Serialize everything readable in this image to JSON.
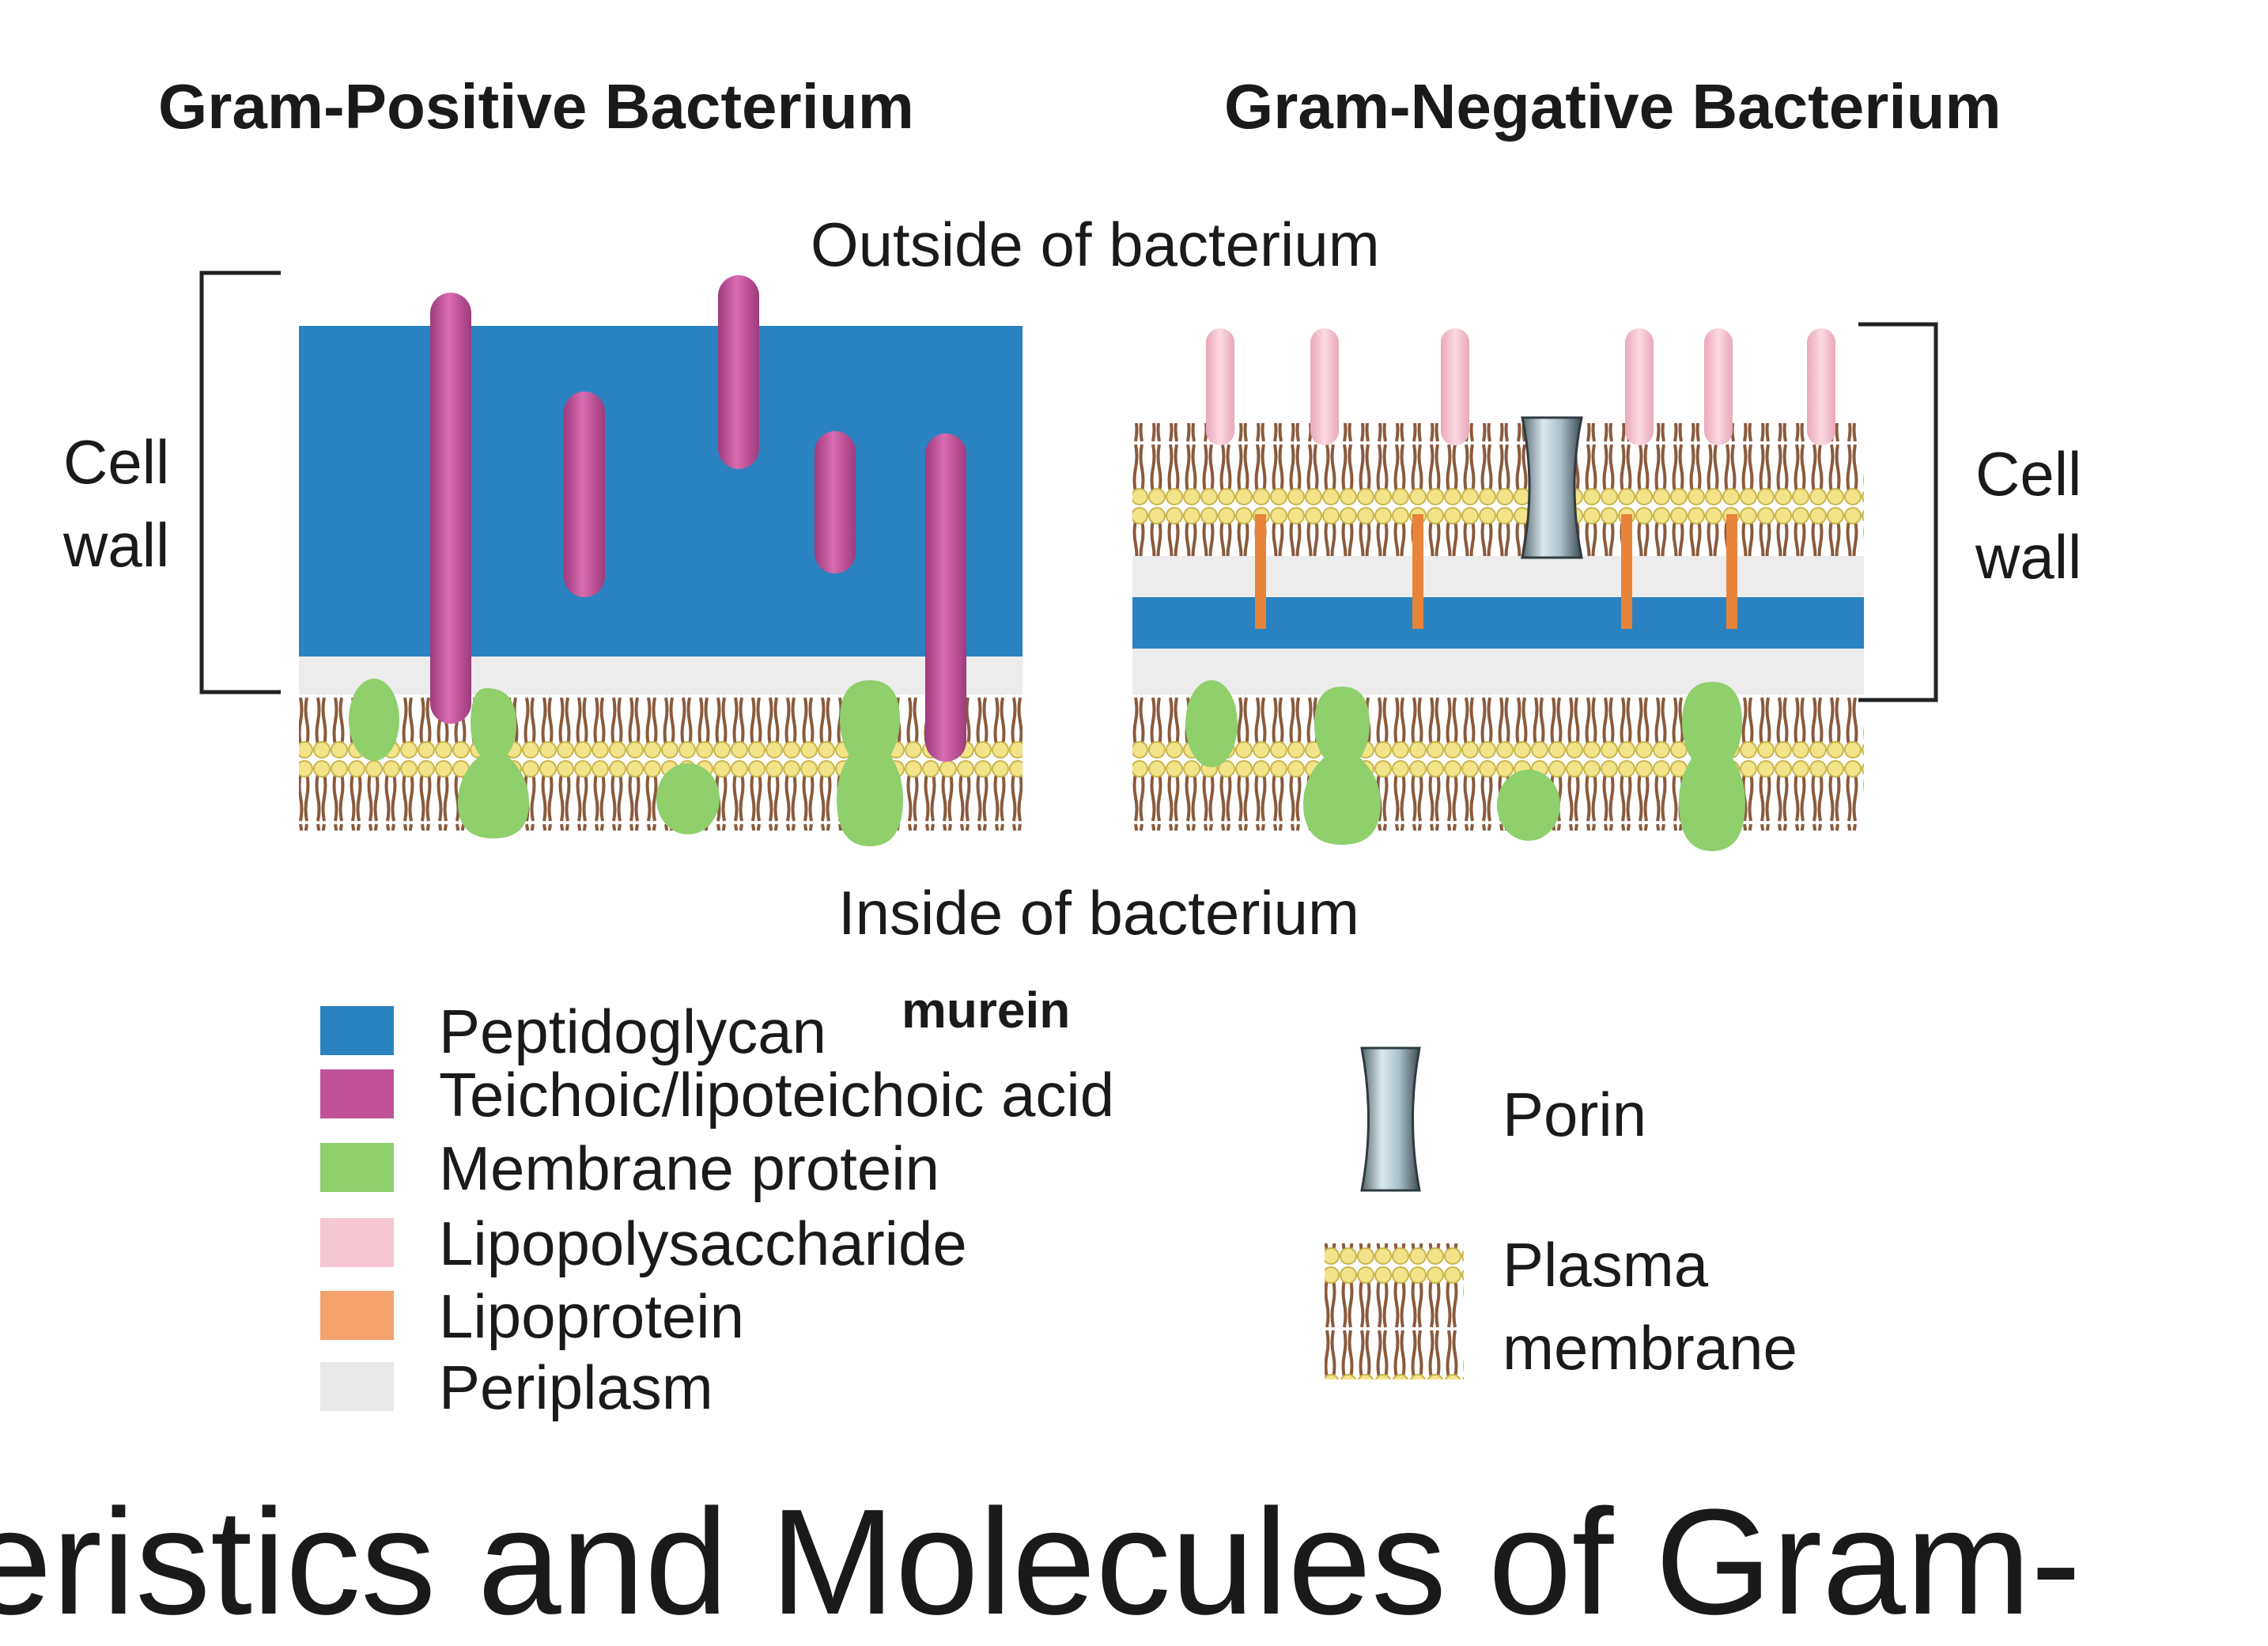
{
  "titles": {
    "gram_positive": "Gram-Positive Bacterium",
    "gram_negative": "Gram-Negative Bacterium"
  },
  "labels": {
    "outside": "Outside of bacterium",
    "inside": "Inside of bacterium",
    "cell_wall_left": [
      "Cell",
      "wall"
    ],
    "cell_wall_right": [
      "Cell",
      "wall"
    ],
    "murein_note": "murein"
  },
  "legend_left": [
    {
      "label": "Peptidoglycan",
      "color": "#2a82c0"
    },
    {
      "label": "Teichoic/lipoteichoic acid",
      "color": "#c0529a"
    },
    {
      "label": "Membrane protein",
      "color": "#8fcf6c"
    },
    {
      "label": "Lipopolysaccharide",
      "color": "#f6c7d2"
    },
    {
      "label": "Lipoprotein",
      "color": "#f2a26a"
    },
    {
      "label": "Periplasm",
      "color": "#e9e9e9"
    }
  ],
  "legend_right": {
    "porin": "Porin",
    "plasma_membrane": [
      "Plasma",
      "membrane"
    ]
  },
  "colors": {
    "peptidoglycan": "#2a82c0",
    "teichoic": "#c0529a",
    "membrane_protein": "#8fcf6c",
    "lps": "#f6c7d2",
    "lipoprotein": "#e8843a",
    "periplasm": "#ececec",
    "lipid_head": "#f3e48a",
    "lipid_tail": "#8a5a3c",
    "porin": "#b9cdd6"
  },
  "caption_fragment": "eristics and Molecules of Gram-"
}
